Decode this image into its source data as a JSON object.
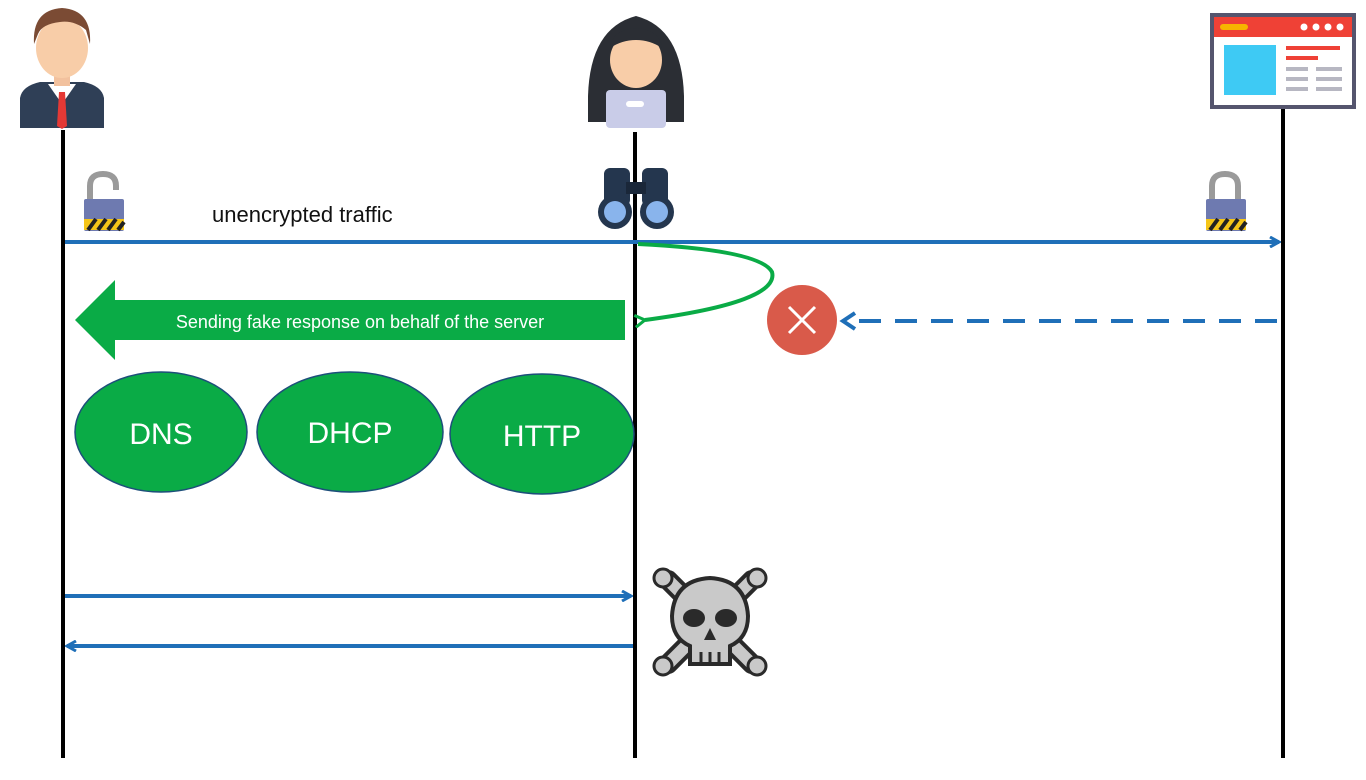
{
  "labels": {
    "traffic": "unencrypted traffic",
    "fake_response": "Sending fake response on behalf of the server",
    "protocols": [
      "DNS",
      "DHCP",
      "HTTP"
    ]
  },
  "icons": {
    "client": "businessman-avatar-icon",
    "attacker": "hooded-hacker-icon",
    "server": "web-browser-window-icon",
    "binoculars": "binoculars-icon",
    "lock": "open-padlock-icon",
    "blocked": "x-circle-icon",
    "danger": "skull-crossbones-icon"
  },
  "colors": {
    "arrow_blue": "#1f6fb8",
    "green": "#0aab46",
    "block_red": "#d95a4a",
    "lifeline": "#000000"
  }
}
